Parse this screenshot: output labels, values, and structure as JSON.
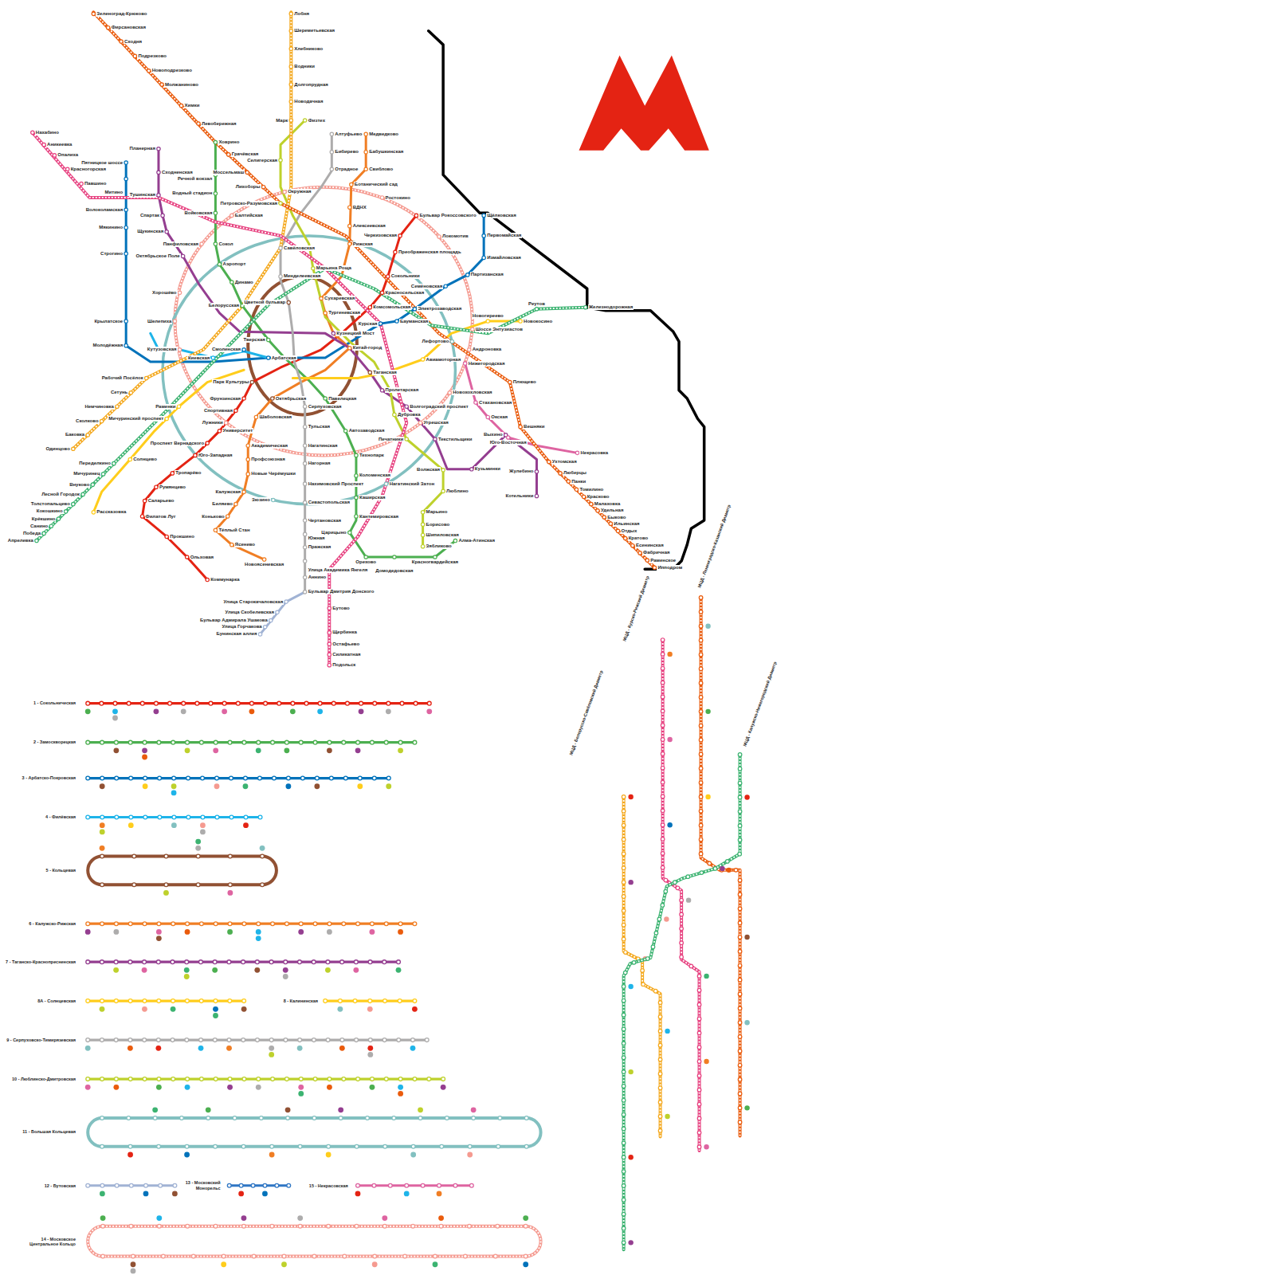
{
  "diagram": {
    "labels": [
      "Зеленоград-Крюково",
      "Фирсановская",
      "Сходня",
      "Подрезково",
      "Новоподрезково",
      "Молжаниново",
      "Химки",
      "Левобережная",
      "Ховрино",
      "Грачёвская",
      "Моссельмаш",
      "Лихоборы",
      "Петровско-Разумовская",
      "Лобня",
      "Шереметьевская",
      "Хлебниково",
      "Водники",
      "Долгопрудная",
      "Новодачная",
      "Марк",
      "Рабочий Посёлок",
      "Сетунь",
      "Немчиновка",
      "Сколково",
      "Баковка",
      "Одинцово",
      "Нахабино",
      "Аникеевка",
      "Опалиха",
      "Красногорская",
      "Павшино",
      "Бутово",
      "Щербинка",
      "Остафьево",
      "Силикатная",
      "Подольск",
      "Апрелевка",
      "Победа",
      "Санино",
      "Крёкшино",
      "Кокошкино",
      "Толстопальцево",
      "Лесной Городок",
      "Внуково",
      "Мичуринец",
      "Переделкино",
      "Плющево",
      "Вешняки",
      "Ухтомская",
      "Люберцы",
      "Панки",
      "Томилино",
      "Красково",
      "Малаховка",
      "Удельная",
      "Быково",
      "Ильинская",
      "Отдых",
      "Кратово",
      "Есенинская",
      "Фабричная",
      "Раменское",
      "Ипподром",
      "Реутов",
      "Железнодорожная",
      "Бульвар Рокоссовского",
      "Черкизовская",
      "Преображенская площадь",
      "Сокольники",
      "Красносельская",
      "Фрунзенская",
      "Спортивная",
      "Университет",
      "Проспект Вернадского",
      "Юго-Западная",
      "Тропарёво",
      "Румянцево",
      "Саларьево",
      "Филатов Луг",
      "Прокшино",
      "Ольховая",
      "Коммунарка",
      "Речной вокзал",
      "Водный стадион",
      "Войковская",
      "Сокол",
      "Аэропорт",
      "Динамо",
      "Белорусская",
      "Автозаводская",
      "Технопарк",
      "Коломенская",
      "Каширская",
      "Кантемировская",
      "Царицыно",
      "Орехово",
      "Домодедовская",
      "Красногвардейская",
      "Алма-Атинская",
      "Пятницкое шоссе",
      "Митино",
      "Волоколамская",
      "Мякинино",
      "Строгино",
      "Крылатское",
      "Молодёжная",
      "Щёлковская",
      "Первомайская",
      "Измайловская",
      "Партизанская",
      "Семёновская",
      "Электрозаводская",
      "Бауманская",
      "Медведково",
      "Бабушкинская",
      "Свиблово",
      "Ботанический сад",
      "ВДНХ",
      "Алексеевская",
      "Рижская",
      "Шаболовская",
      "Академическая",
      "Профсоюзная",
      "Новые Черёмушки",
      "Калужская",
      "Беляево",
      "Коньково",
      "Тёплый Стан",
      "Ясенево",
      "Новоясеневская",
      "Планерная",
      "Сходненская",
      "Тушинская",
      "Спартак",
      "Щукинская",
      "Октябрьское Поле",
      "Пролетарская",
      "Волгоградский проспект",
      "Текстильщики",
      "Кузьминки",
      "Выхино",
      "Жулебино",
      "Котельники",
      "Алтуфьево",
      "Бибирево",
      "Отрадное",
      "Савёловская",
      "Серпуховская",
      "Тульская",
      "Нагатинская",
      "Нагорная",
      "Нахимовский Проспект",
      "Севастопольская",
      "Чертановская",
      "Южная",
      "Пражская",
      "Улица Академика Янгеля",
      "Аннино",
      "Бульвар Дмитрия Донского",
      "Физтех",
      "Селигерская",
      "Марьина Роща",
      "Дубровка",
      "Печатники",
      "Волжская",
      "Люблино",
      "Марьино",
      "Борисово",
      "Шипиловская",
      "Зябликово",
      "Улица Старокачаловская",
      "Улица Скобелевская",
      "Бульвар Адмирала Ушакова",
      "Улица Горчакова",
      "Бунинская аллея",
      "Нижегородская",
      "Стахановская",
      "Окская",
      "Юго-Восточная",
      "Некрасовка",
      "Окружная",
      "Ростокино",
      "Локомотив",
      "Шоссе Энтузиастов",
      "Андроновка",
      "Новохохловская",
      "Угрешская",
      "Лужники",
      "Кутузовская",
      "Шелепиха",
      "Хорошёво",
      "Панфиловская",
      "Балтийская",
      "Цветной бульвар",
      "Сухаревская",
      "Тургеневская",
      "Кузнецкий Мост",
      "Китай-город",
      "Таганская",
      "Павелецкая",
      "Октябрьская",
      "Парк Культуры",
      "Киевская",
      "Смоленская",
      "Арбатская",
      "Тверская",
      "Менделеевская",
      "Курская",
      "Комсомольская",
      "Авиамоторная",
      "Новогиреево",
      "Новокосино",
      "Раменки",
      "Мичуринский проспект",
      "Солнцево",
      "Рассказовка",
      "Зюзино",
      "Лефортово",
      "Нагатинский Затон",
      "1 - Сокольническая",
      "2 - Замоскворецкая",
      "3 - Арбатско-Покровская",
      "4 - Филёвская",
      "5 - Кольцевая",
      "6 - Калужско-Рижская",
      "7 - Таганско-Краснопресненская",
      "8А - Солнцевская",
      "8 - Калининская",
      "9 - Серпуховско-Тимирязевская",
      "10 - Люблинско-Дмитровская",
      "11 - Большая Кольцевая",
      "12 - Бутовская",
      "13 - Московский Монорельс",
      "15 - Некрасовская",
      "14 - Московское Центральное Кольцо",
      "МЦД - Белорусско-Савёловский Диаметр",
      "МЦД - Курско-Рижский Диаметр",
      "МЦД - Ленинградско-Казанский Диаметр",
      "МЦД - Калужско-Нижегородский Диаметр"
    ]
  }
}
